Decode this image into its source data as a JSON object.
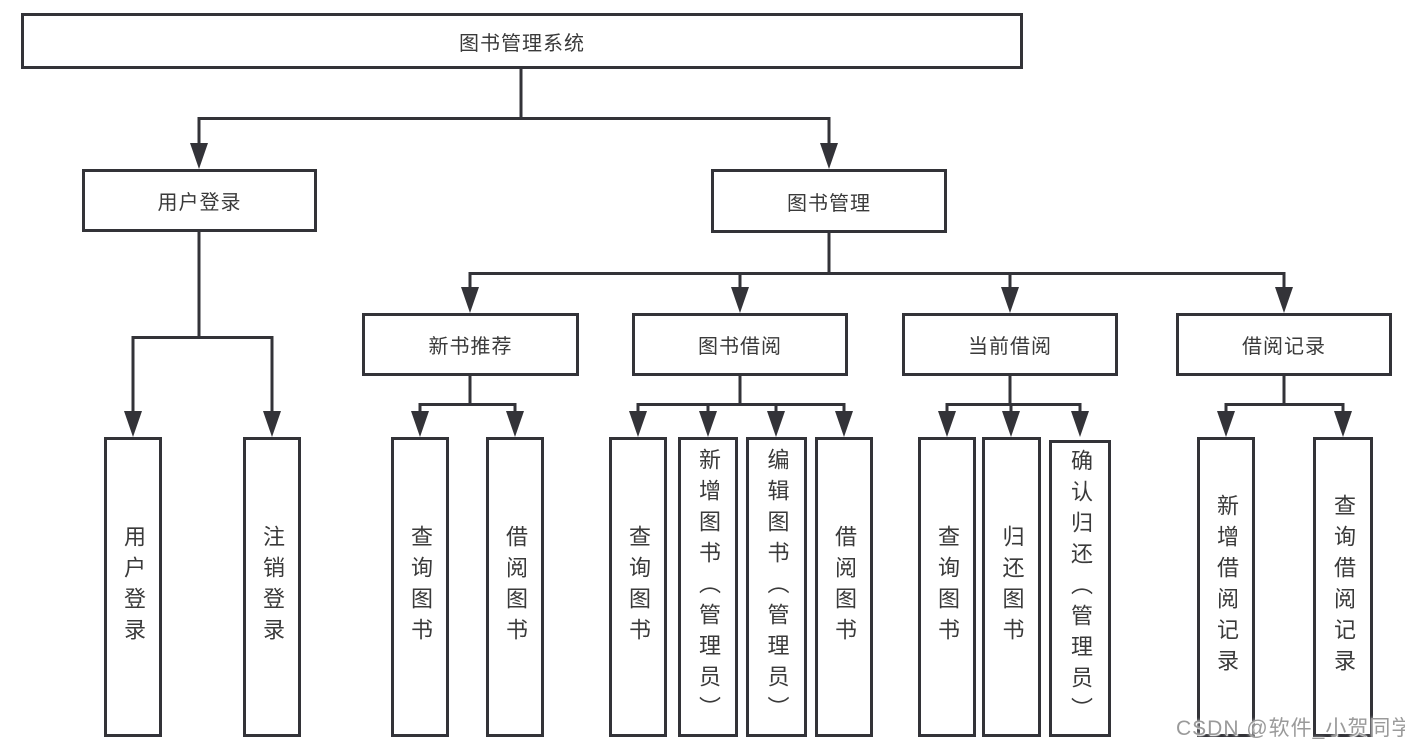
{
  "tree": {
    "root": {
      "label": "图书管理系统"
    },
    "branches": [
      {
        "label": "用户登录",
        "children": [
          {
            "label": "用户登录"
          },
          {
            "label": "注销登录"
          }
        ]
      },
      {
        "label": "图书管理",
        "children": [
          {
            "label": "新书推荐",
            "children": [
              {
                "label": "查询图书"
              },
              {
                "label": "借阅图书"
              }
            ]
          },
          {
            "label": "图书借阅",
            "children": [
              {
                "label": "查询图书"
              },
              {
                "label": "新增图书（管理员）"
              },
              {
                "label": "编辑图书（管理员）"
              },
              {
                "label": "借阅图书"
              }
            ]
          },
          {
            "label": "当前借阅",
            "children": [
              {
                "label": "查询图书"
              },
              {
                "label": "归还图书"
              },
              {
                "label": "确认归还（管理员）"
              }
            ]
          },
          {
            "label": "借阅记录",
            "children": [
              {
                "label": "新增借阅记录"
              },
              {
                "label": "查询借阅记录"
              }
            ]
          }
        ]
      }
    ]
  },
  "watermark": {
    "text": "CSDN @软件_小贺同学"
  },
  "colors": {
    "line": "#333338",
    "box_border": "#333338",
    "box_fill": "#ffffff",
    "text": "#3a3a3a",
    "watermark": "#9a9a9a",
    "background": "#ffffff"
  }
}
